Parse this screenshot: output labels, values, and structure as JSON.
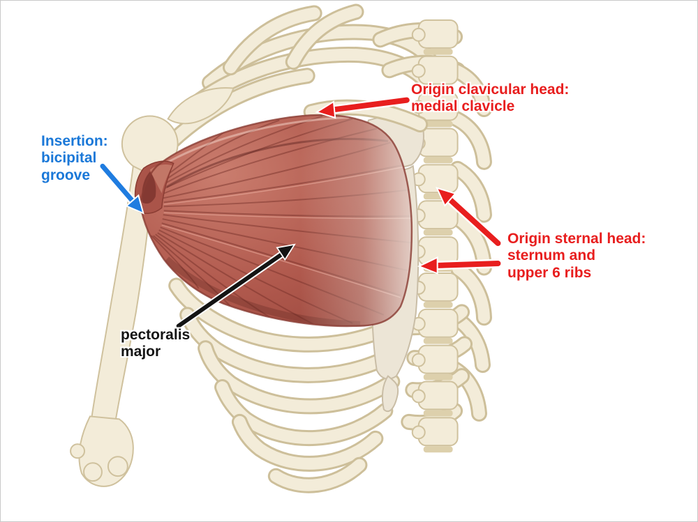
{
  "labels": {
    "insertion": {
      "text": "Insertion:\nbicipital\ngroove",
      "color": "#1a78d8"
    },
    "clavicular_origin": {
      "text": "Origin clavicular head:\nmedial clavicle",
      "color": "#e81e1e"
    },
    "sternal_origin": {
      "text": "Origin sternal head:\nsternum and\nupper 6 ribs",
      "color": "#e81e1e"
    },
    "muscle_name": {
      "text": "pectoralis\nmajor",
      "color": "#141414"
    }
  },
  "arrow_colors": {
    "insertion": "#1f7ce0",
    "origins": "#e81e1e",
    "muscle_pointer": "#141414"
  },
  "palette": {
    "background": "#ffffff",
    "bone": "#f3ecd9",
    "muscle": "#b25a4e",
    "tendon_fade": "#f2ece4"
  }
}
